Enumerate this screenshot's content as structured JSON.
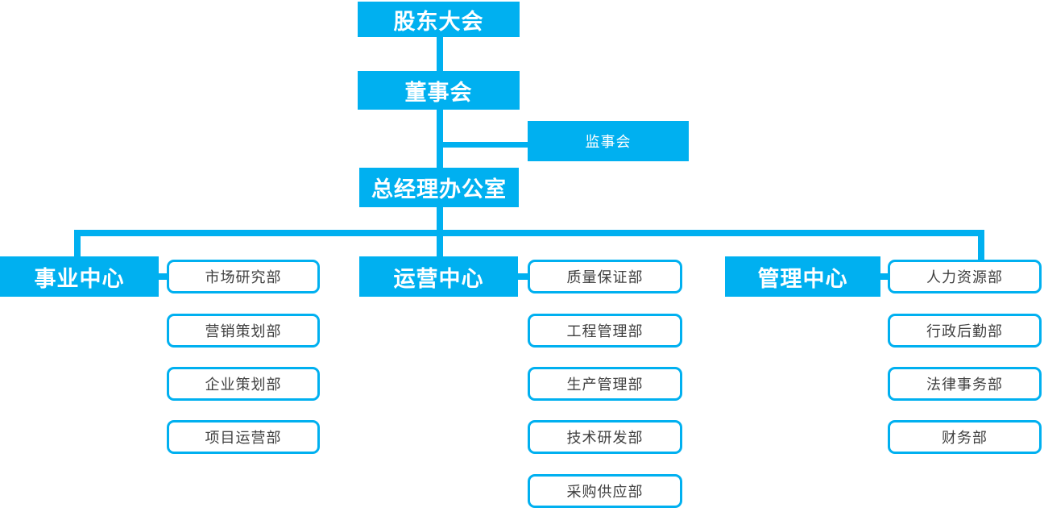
{
  "colors": {
    "accent": "#00b0f0",
    "department_text": "#404040",
    "header_text": "#ffffff",
    "background": "#ffffff"
  },
  "org": {
    "shareholders": "股东大会",
    "board": "董事会",
    "supervisory": "监事会",
    "gm_office": "总经理办公室",
    "branches": [
      {
        "center": "事业中心",
        "departments": [
          "市场研究部",
          "营销策划部",
          "企业策划部",
          "项目运营部"
        ]
      },
      {
        "center": "运营中心",
        "departments": [
          "质量保证部",
          "工程管理部",
          "生产管理部",
          "技术研发部",
          "采购供应部"
        ]
      },
      {
        "center": "管理中心",
        "departments": [
          "人力资源部",
          "行政后勤部",
          "法律事务部",
          "财务部"
        ]
      }
    ]
  }
}
